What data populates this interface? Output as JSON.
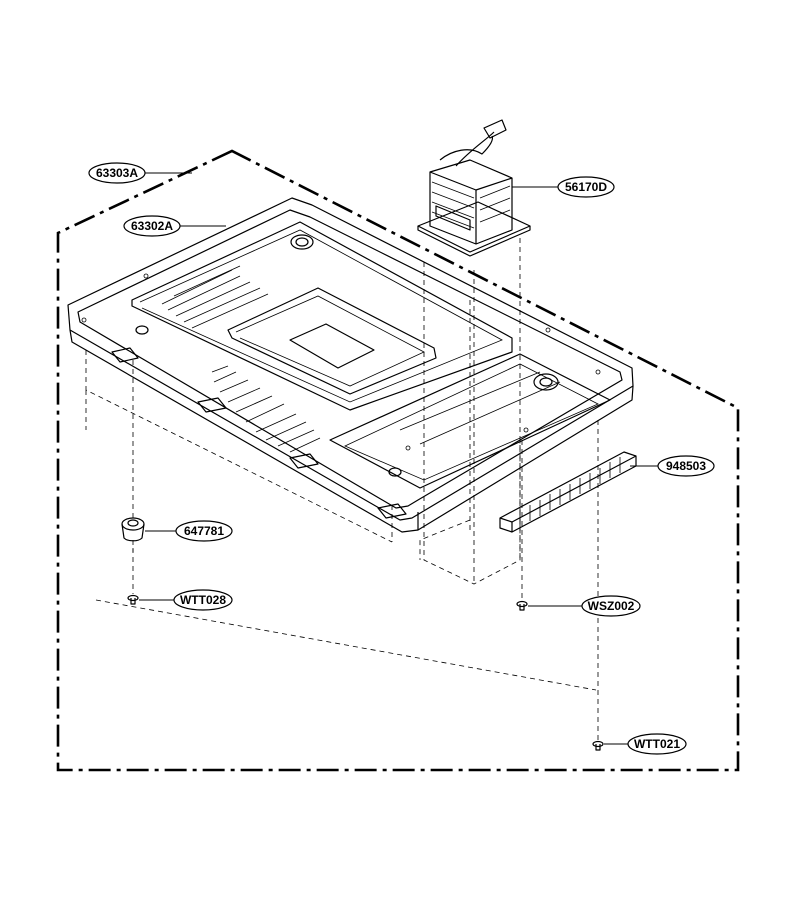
{
  "parts": [
    {
      "id": "outer_frame",
      "label": "63303A"
    },
    {
      "id": "base_plate",
      "label": "63302A"
    },
    {
      "id": "transformer",
      "label": "56170D"
    },
    {
      "id": "choke_strip",
      "label": "948503"
    },
    {
      "id": "foot",
      "label": "647781"
    },
    {
      "id": "screw_foot",
      "label": "WTT028"
    },
    {
      "id": "screw_transformer",
      "label": "WSZ002"
    },
    {
      "id": "screw_base",
      "label": "WTT021"
    }
  ]
}
